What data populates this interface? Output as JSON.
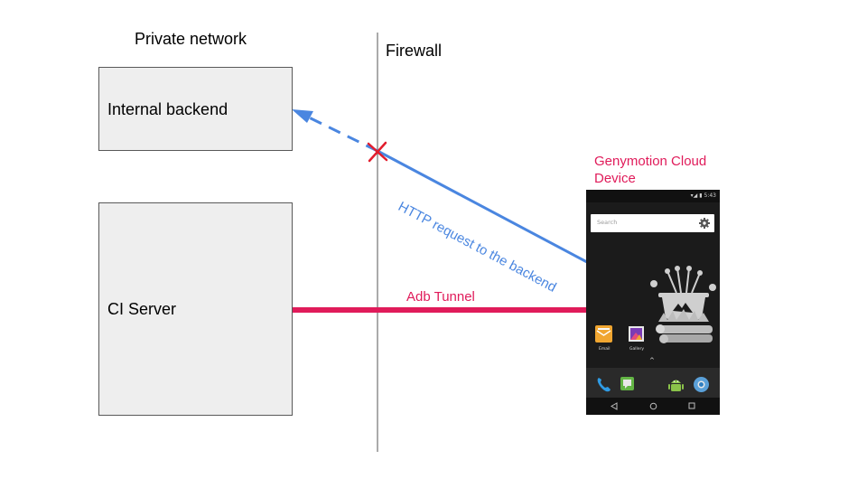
{
  "labels": {
    "private_network": "Private network",
    "firewall": "Firewall",
    "internal_backend": "Internal backend",
    "ci_server": "CI Server",
    "device_title_line1": "Genymotion Cloud",
    "device_title_line2": "Device",
    "http_request": "HTTP request to the backend",
    "adb_tunnel": "Adb Tunnel"
  },
  "phone": {
    "status_time": "5:43",
    "search_placeholder": "Search",
    "apps": [
      {
        "label": "Email",
        "icon": "email-icon"
      },
      {
        "label": "Gallery",
        "icon": "gallery-icon"
      }
    ],
    "dock_icons": [
      "phone-icon",
      "messenger-icon",
      "android-icon",
      "chrome-icon"
    ],
    "nav_icons": [
      "back-icon",
      "home-icon",
      "recents-icon"
    ]
  },
  "colors": {
    "http_arrow": "#4a86e0",
    "adb_tunnel": "#e01b5a",
    "blocked_mark": "#e21d2d",
    "box_fill": "#eeeeee"
  }
}
